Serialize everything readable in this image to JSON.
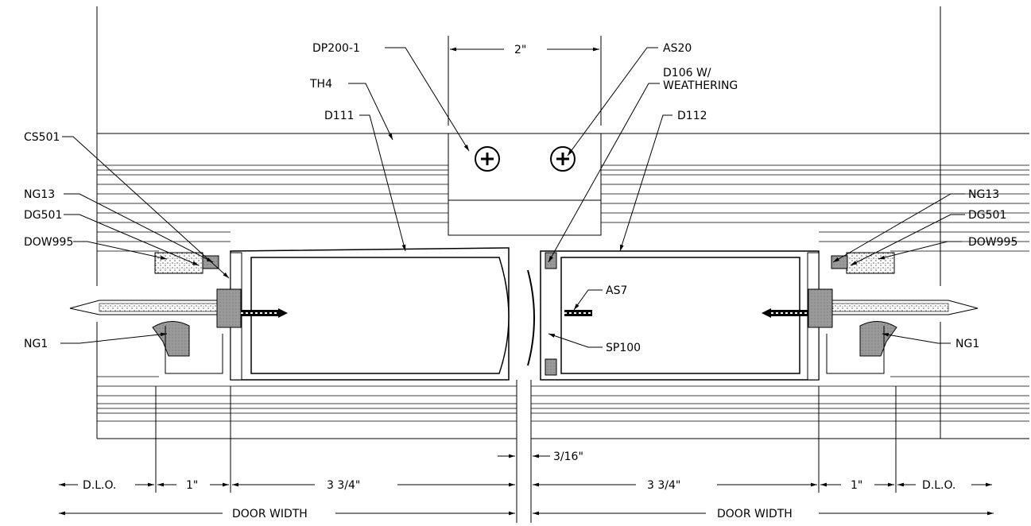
{
  "labels": {
    "dp200": "DP200-1",
    "two_in": "2\"",
    "as20": "AS20",
    "d106_l1": "D106 W/",
    "d106_l2": "WEATHERING",
    "th4": "TH4",
    "d111": "D111",
    "d112": "D112",
    "cs501": "CS501",
    "ng13_left": "NG13",
    "dg501_left": "DG501",
    "dow995_left": "DOW995",
    "ng13_right": "NG13",
    "dg501_right": "DG501",
    "dow995_right": "DOW995",
    "as7": "AS7",
    "sp100": "SP100",
    "ng1_left": "NG1",
    "ng1_right": "NG1",
    "gap": "3/16\"",
    "dlo_left": "D.L.O.",
    "one_in_left": "1\"",
    "three_three_four_left": "3 3/4\"",
    "three_three_four_right": "3 3/4\"",
    "one_in_right": "1\"",
    "dlo_right": "D.L.O.",
    "door_width_left": "DOOR WIDTH",
    "door_width_right": "DOOR WIDTH"
  }
}
